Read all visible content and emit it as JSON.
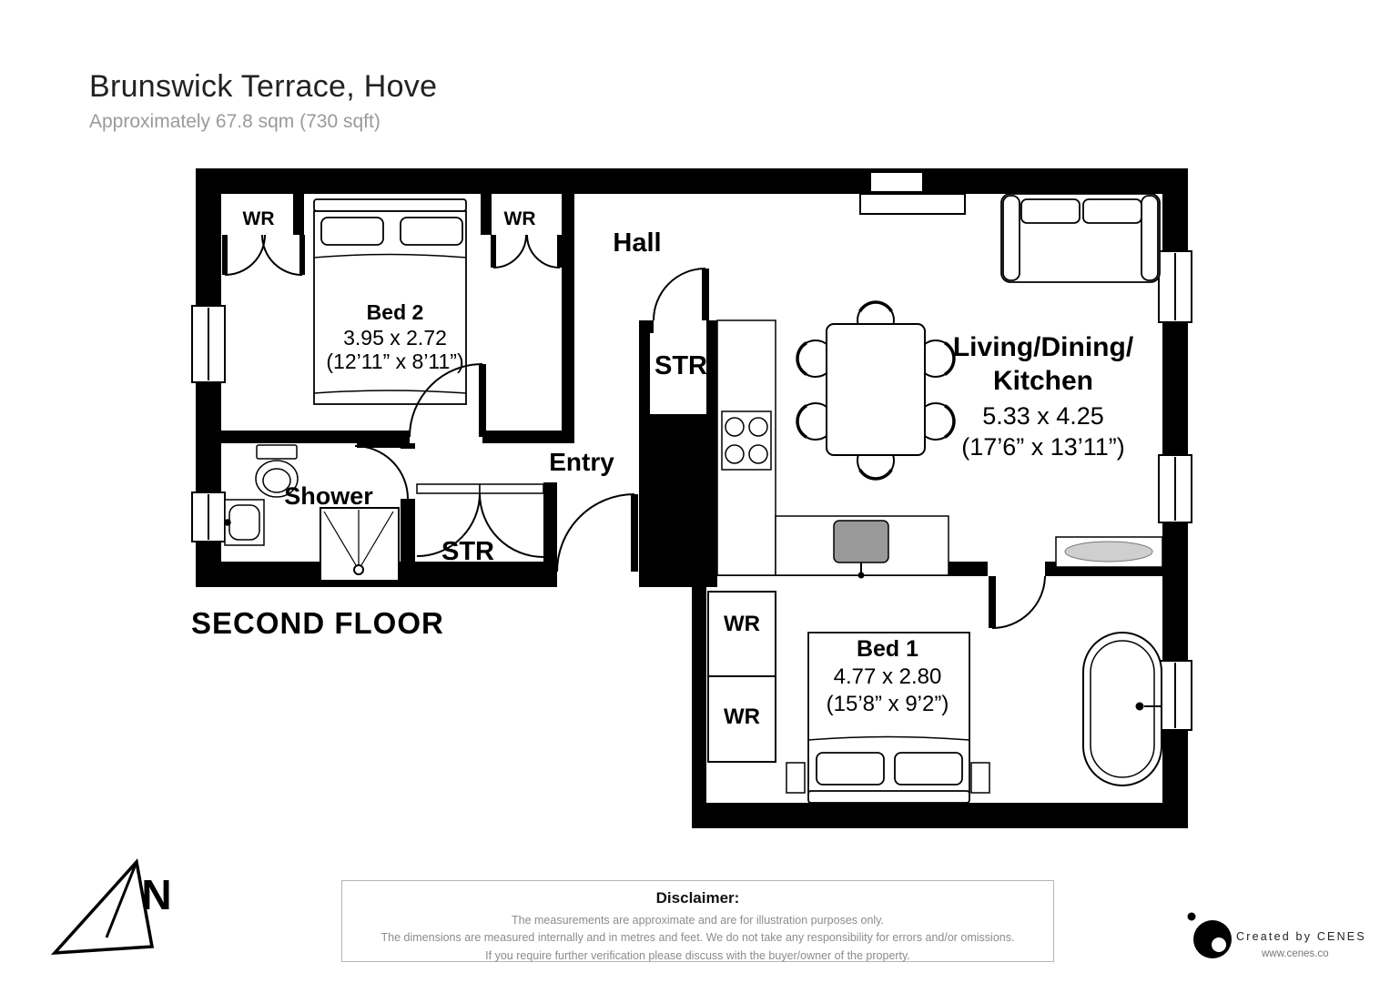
{
  "header": {
    "title": "Brunswick Terrace, Hove",
    "subtitle": "Approximately 67.8 sqm (730 sqft)"
  },
  "floor": {
    "label": "SECOND FLOOR"
  },
  "compass": {
    "north": "N"
  },
  "closets": {
    "bed2_left": "WR",
    "bed2_right": "WR",
    "bed1_upper": "WR",
    "bed1_lower": "WR"
  },
  "rooms": {
    "bed2": {
      "name": "Bed 2",
      "dims_m": "3.95 x 2.72",
      "dims_ft": "(12’11” x 8’11”)"
    },
    "hall": {
      "name": "Hall"
    },
    "str_upper": {
      "name": "STR"
    },
    "str_lower": {
      "name": "STR"
    },
    "entry": {
      "name": "Entry"
    },
    "shower": {
      "name": "Shower"
    },
    "living": {
      "name_line1": "Living/Dining/",
      "name_line2": "Kitchen",
      "dims_m": "5.33 x 4.25",
      "dims_ft": "(17’6” x 13’11”)"
    },
    "bed1": {
      "name": "Bed 1",
      "dims_m": "4.77 x 2.80",
      "dims_ft": "(15’8” x 9’2”)"
    }
  },
  "disclaimer": {
    "title": "Disclaimer:",
    "line1": "The measurements are approximate and are for illustration purposes only.",
    "line2": "The dimensions are measured internally and in metres and feet. We do not take any responsibility for errors and/or omissions.",
    "line3": "If you require further verification please discuss with the buyer/owner of the property."
  },
  "branding": {
    "created_by": "Created by CENES",
    "website": "www.cenes.co"
  },
  "colors": {
    "wall": "#000000",
    "subtitle": "#9a9a9a",
    "disclaimer_text": "#8c8c8c"
  }
}
